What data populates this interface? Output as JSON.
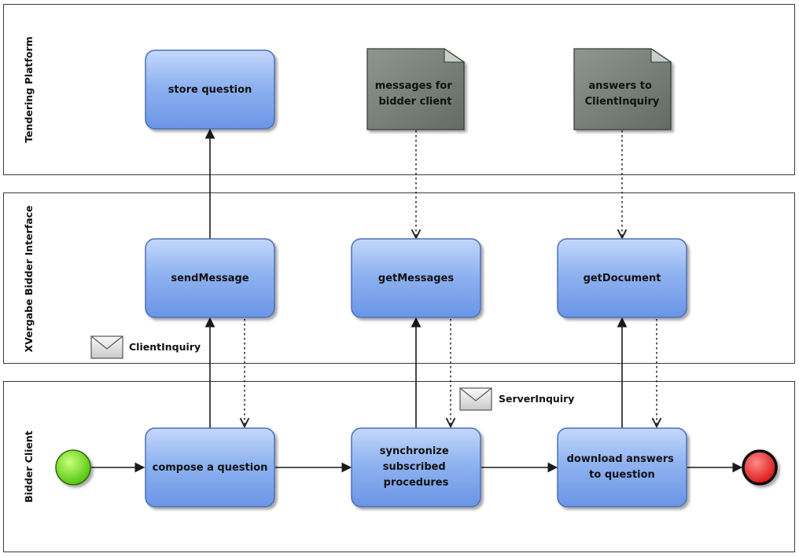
{
  "lanes": {
    "tendering": {
      "label": "Tendering Platform"
    },
    "interface": {
      "label": "XVergabe Bidder Interface"
    },
    "client": {
      "label": "Bidder Client"
    }
  },
  "tasks": {
    "store_question": {
      "lines": [
        "store question"
      ]
    },
    "send_message": {
      "lines": [
        "sendMessage"
      ]
    },
    "get_messages": {
      "lines": [
        "getMessages"
      ]
    },
    "get_document": {
      "lines": [
        "getDocument"
      ]
    },
    "compose": {
      "lines": [
        "compose a question"
      ]
    },
    "synchronize": {
      "lines": [
        "synchronize",
        "subscribed",
        "procedures"
      ]
    },
    "download": {
      "lines": [
        "download answers",
        "to question"
      ]
    }
  },
  "documents": {
    "messages_doc": {
      "lines": [
        "messages for",
        "bidder client"
      ]
    },
    "answers_doc": {
      "lines": [
        "answers to",
        "ClientInquiry"
      ]
    }
  },
  "messages": {
    "client_inquiry": {
      "label": "ClientInquiry"
    },
    "server_inquiry": {
      "label": "ServerInquiry"
    }
  },
  "events": {
    "start": {
      "color": "#6ed81a"
    },
    "end": {
      "color": "#e52020"
    }
  },
  "colors": {
    "task_fill_top": "#b6cff8",
    "task_fill_bottom": "#6f9ae8",
    "task_stroke": "#4c6fb8",
    "doc_fill": "#7a847c",
    "doc_stroke": "#3a3f3b"
  }
}
